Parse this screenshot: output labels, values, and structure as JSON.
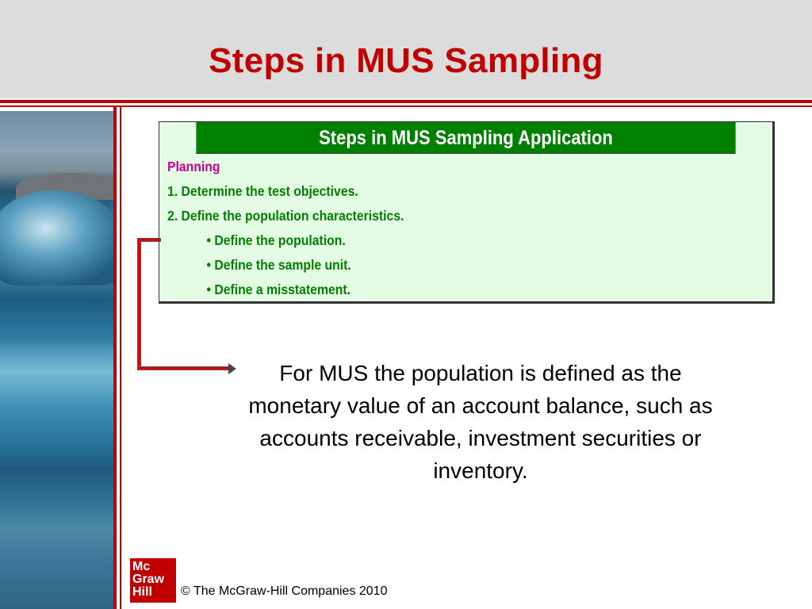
{
  "slide": {
    "title": "Steps in MUS Sampling"
  },
  "table": {
    "header": "Steps in MUS Sampling Application",
    "rows": [
      "Planning",
      "1. Determine the test objectives.",
      "2. Define the population characteristics.",
      "• Define the population.",
      "• Define the sample unit.",
      "• Define a misstatement."
    ]
  },
  "callout": {
    "text": "For MUS the population is defined as the monetary value of an account balance, such as accounts receivable, investment securities or inventory."
  },
  "footer": {
    "logo_lines": [
      "Mc",
      "Graw",
      "Hill"
    ],
    "copyright": "© The McGraw-Hill Companies 2010"
  },
  "colors": {
    "title": "#c00000",
    "table_header_bg": "#008000",
    "table_body_bg": "#e4fbe4",
    "planning_text": "#cc0099",
    "step_text": "#008000",
    "connector": "#e00000"
  },
  "icons": {
    "connector": "arrow-right-icon",
    "logo": "mcgraw-hill-logo"
  }
}
